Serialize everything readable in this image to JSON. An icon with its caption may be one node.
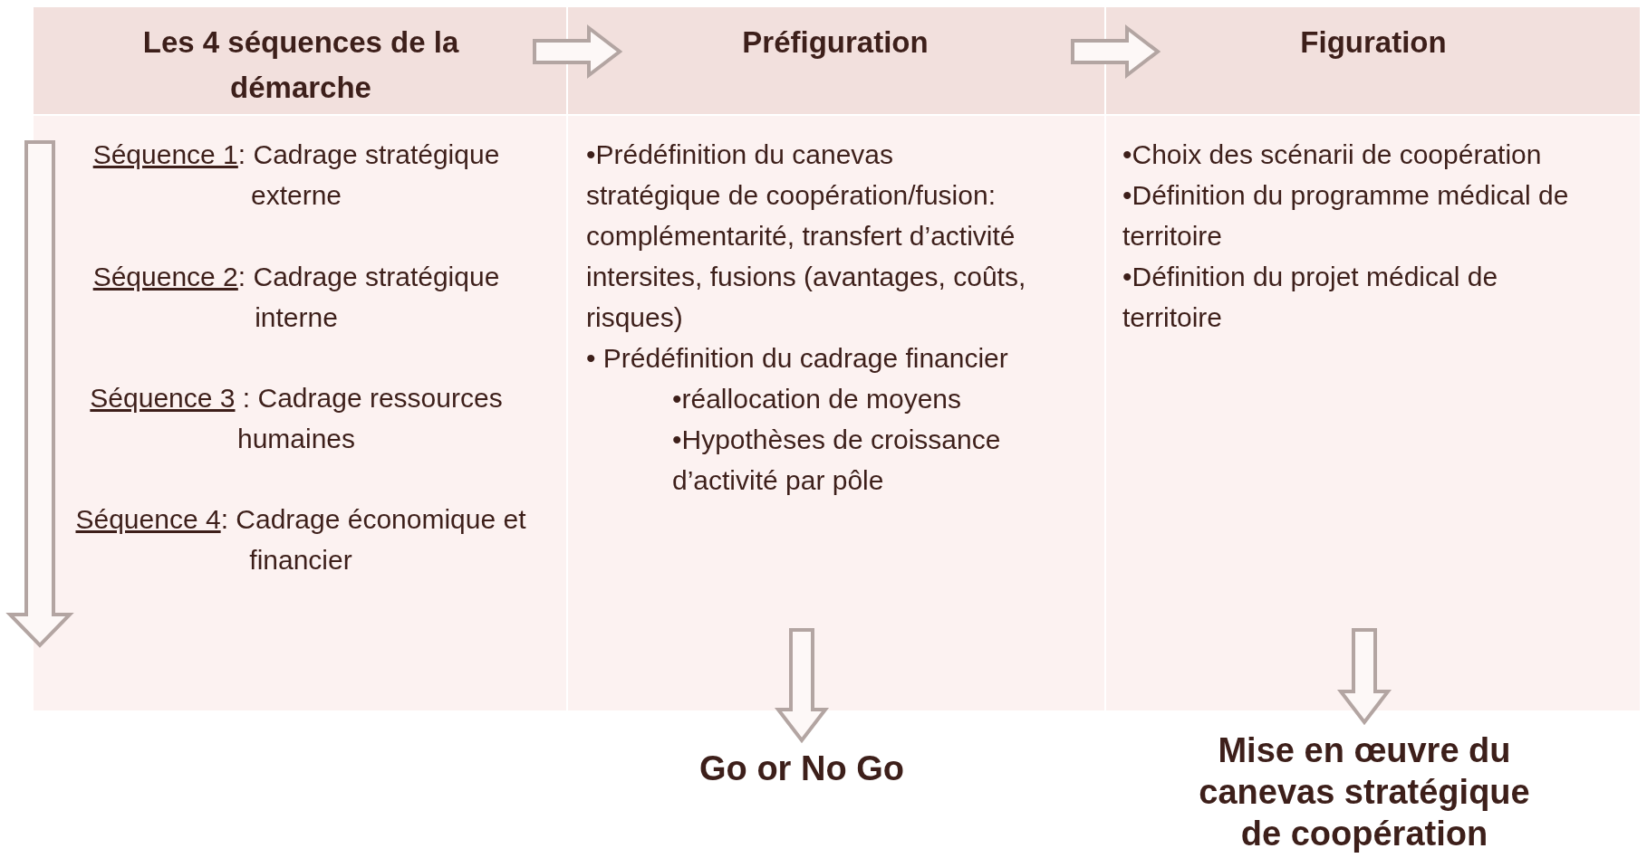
{
  "diagram": {
    "nodes": [
      {
        "text": [
          "Les 4 séquences de la démarche"
        ]
      },
      {
        "text": [
          "Préfiguration"
        ]
      },
      {
        "text": [
          "Figuration"
        ]
      },
      {
        "text": [
          "Séquence 1: Cadrage stratégique externe",
          "Séquence 2: Cadrage stratégique interne",
          "Séquence 3 : Cadrage ressources humaines",
          "Séquence 4: Cadrage économique et financier"
        ]
      },
      {
        "text": [
          "•Prédéfinition du canevas stratégique de coopération/fusion: complémentarité, transfert d’activité intersites, fusions (avantages, coûts, risques)",
          "• Prédéfinition du cadrage financier",
          "•réallocation de moyens",
          "•Hypothèses de croissance d’activité par pôle"
        ]
      },
      {
        "text": [
          "•Choix des scénarii de coopération",
          "•Définition du programme médical de territoire",
          "•Définition du projet médical de territoire"
        ]
      },
      {
        "text": [
          "Go or No Go"
        ]
      },
      {
        "text": [
          "Mise en œuvre du canevas stratégique de coopération"
        ]
      }
    ],
    "edges": [
      {
        "from": 0,
        "to": 1,
        "arrow": "to"
      },
      {
        "from": 1,
        "to": 2,
        "arrow": "to"
      },
      {
        "from": 4,
        "to": 6,
        "arrow": "to"
      },
      {
        "from": 5,
        "to": 7,
        "arrow": "to"
      }
    ]
  }
}
